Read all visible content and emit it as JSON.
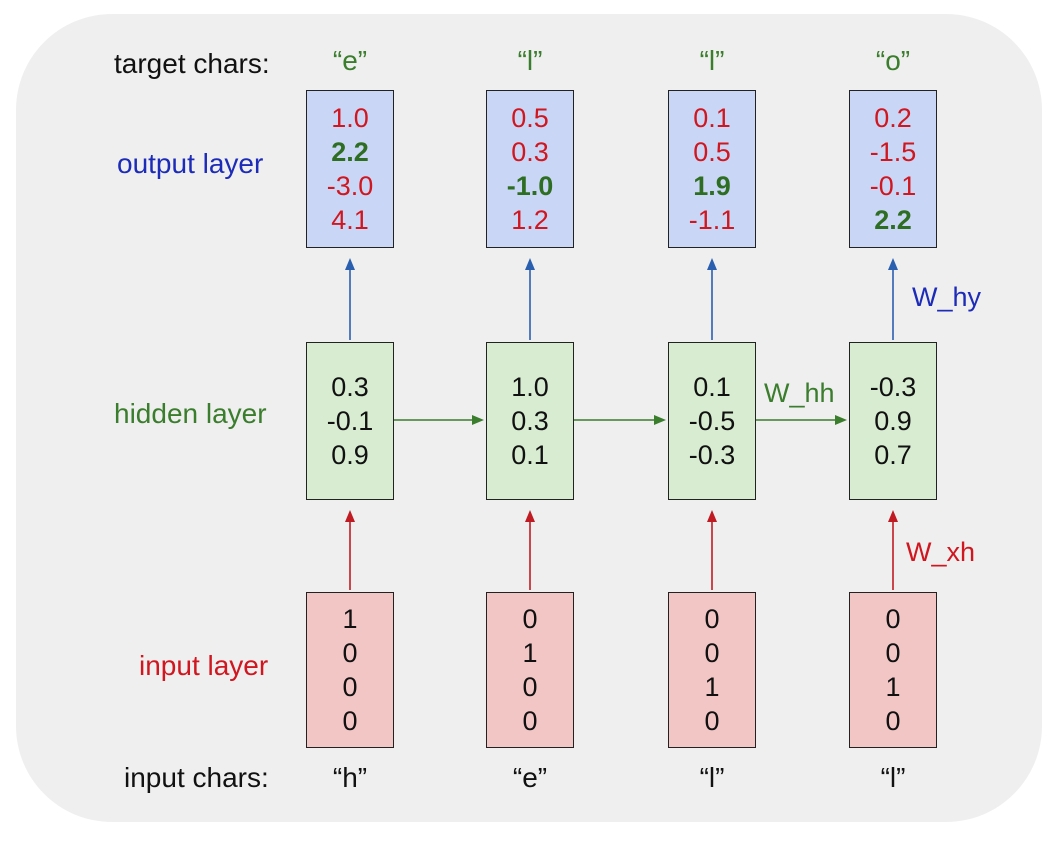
{
  "labels": {
    "target_chars": "target chars:",
    "output_layer": "output layer",
    "hidden_layer": "hidden layer",
    "input_layer": "input layer",
    "input_chars": "input chars:"
  },
  "weights": {
    "hy": "W_hy",
    "hh": "W_hh",
    "xh": "W_xh"
  },
  "colors": {
    "target": "#3a7d2c",
    "output_label": "#1c2bb8",
    "hidden_label": "#3a7d2c",
    "input_label": "#d0161f",
    "red_value": "#d0161f",
    "green_value": "#2e6e22",
    "blue_arrow": "#2a5fb0",
    "green_arrow": "#3a7d2c",
    "red_arrow": "#c01a22"
  },
  "columns": [
    {
      "target": "“e”",
      "output": [
        "1.0",
        "2.2",
        "-3.0",
        "4.1"
      ],
      "output_highlight": 1,
      "hidden": [
        "0.3",
        "-0.1",
        "0.9"
      ],
      "input": [
        "1",
        "0",
        "0",
        "0"
      ],
      "input_char": "“h”"
    },
    {
      "target": "“l”",
      "output": [
        "0.5",
        "0.3",
        "-1.0",
        "1.2"
      ],
      "output_highlight": 2,
      "hidden": [
        "1.0",
        "0.3",
        "0.1"
      ],
      "input": [
        "0",
        "1",
        "0",
        "0"
      ],
      "input_char": "“e”"
    },
    {
      "target": "“l”",
      "output": [
        "0.1",
        "0.5",
        "1.9",
        "-1.1"
      ],
      "output_highlight": 2,
      "hidden": [
        "0.1",
        "-0.5",
        "-0.3"
      ],
      "input": [
        "0",
        "0",
        "1",
        "0"
      ],
      "input_char": "“l”"
    },
    {
      "target": "“o”",
      "output": [
        "0.2",
        "-1.5",
        "-0.1",
        "2.2"
      ],
      "output_highlight": 3,
      "hidden": [
        "-0.3",
        "0.9",
        "0.7"
      ],
      "input": [
        "0",
        "0",
        "1",
        "0"
      ],
      "input_char": "“l”"
    }
  ]
}
